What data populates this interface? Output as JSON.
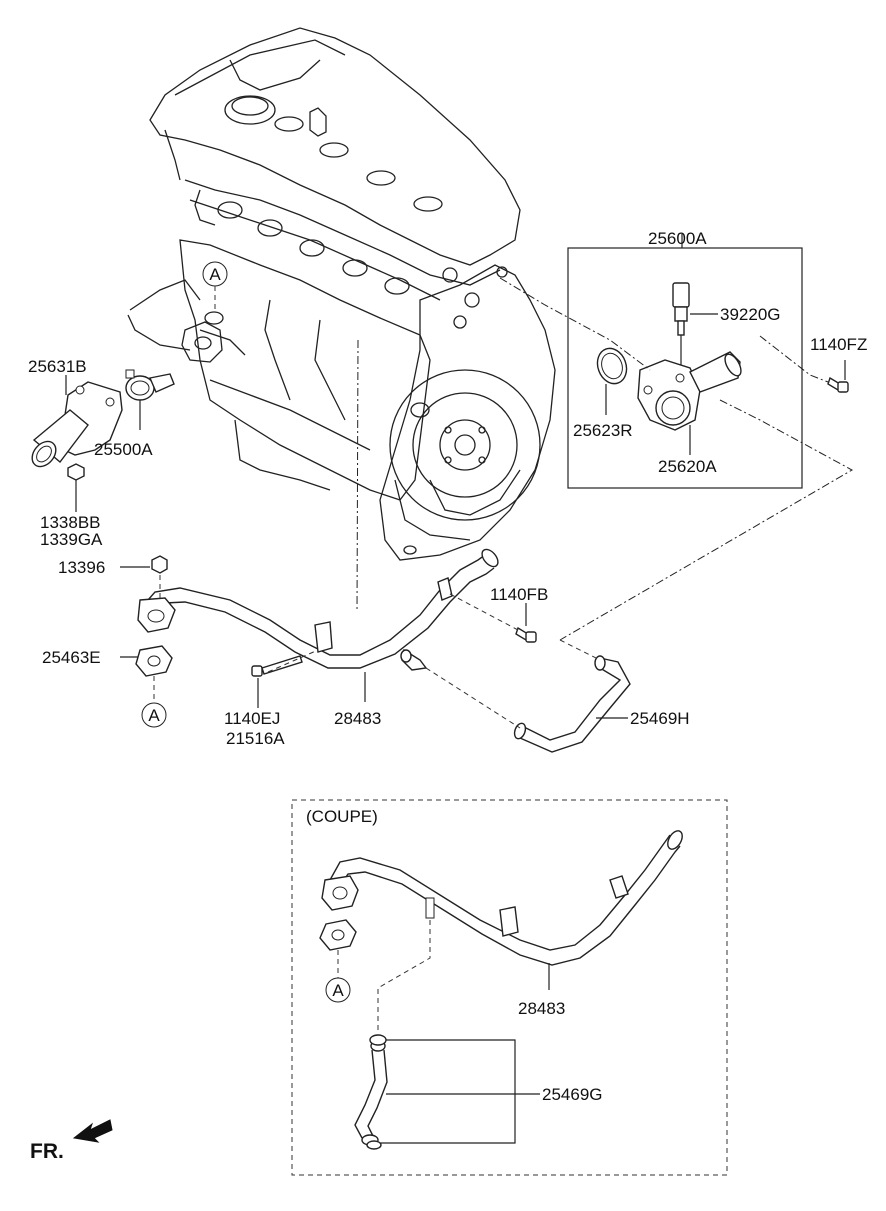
{
  "labels": {
    "p25600A": "25600A",
    "p39220G": "39220G",
    "p1140FZ": "1140FZ",
    "p25623R": "25623R",
    "p25620A": "25620A",
    "p25631B": "25631B",
    "p25500A": "25500A",
    "p1338BB": "1338BB",
    "p1339GA": "1339GA",
    "p13396": "13396",
    "p1140FB": "1140FB",
    "p25463E": "25463E",
    "p1140EJ": "1140EJ",
    "p21516A": "21516A",
    "p28483": "28483",
    "p25469H": "25469H",
    "coupe": "(COUPE)",
    "p28483_coupe": "28483",
    "p25469G": "25469G",
    "fr": "FR.",
    "refA": "A"
  }
}
